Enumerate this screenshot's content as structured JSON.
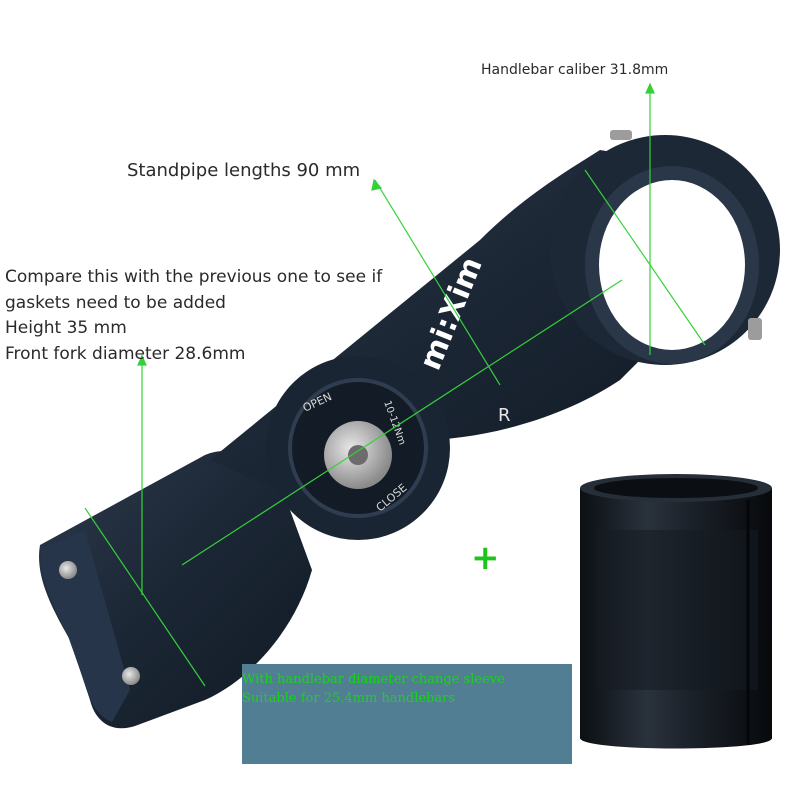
{
  "annotations": {
    "handlebar_caliber": "Handlebar caliber 31.8mm",
    "standpipe_length": "Standpipe lengths 90  mm",
    "compare_lines": [
      "Compare this with the previous one to see if",
      "gaskets need to be added",
      "Height 35 mm",
      "Front fork diameter 28.6mm"
    ],
    "plus_sign": "+",
    "sleeve_lines": [
      "With handlebar diameter change sleeve",
      "Suitable for 25.4mm handlebars"
    ]
  },
  "product_markings": {
    "brand": "mi:Xim",
    "open": "OPEN",
    "close": "CLOSE",
    "torque": "10-12Nm",
    "stray_letter": "R"
  },
  "colors": {
    "stem_body": "#1c2836",
    "guide_lines": "#35d13a",
    "plus": "#1ec41e",
    "note_box": "#527e93",
    "note_text": "#18d418"
  }
}
